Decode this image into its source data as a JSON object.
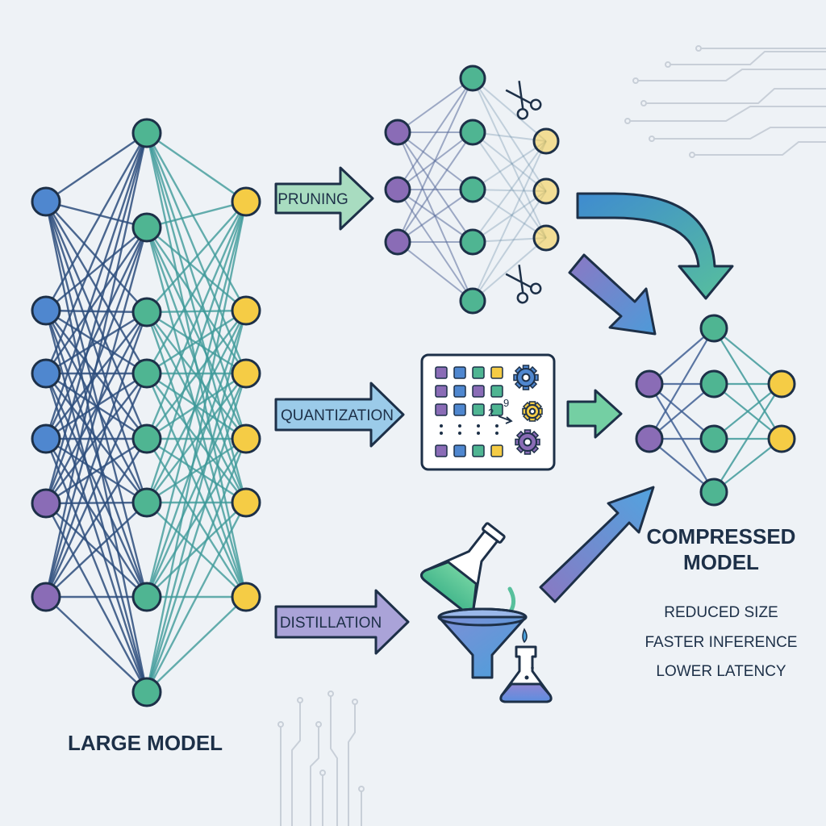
{
  "steps": {
    "pruning": "PRUNING",
    "quantization": "QUANTIZATION",
    "distillation": "DISTILLATION"
  },
  "captions": {
    "large_model": "LARGE MODEL",
    "compressed_line1": "COMPRESSED",
    "compressed_line2": "MODEL"
  },
  "benefits": [
    "REDUCED SIZE",
    "FASTER INFERENCE",
    "LOWER LATENCY"
  ],
  "quant_digits": {
    "top": "9",
    "bottom": "2"
  },
  "icons": [
    "scissors-icon",
    "gear-icon",
    "flask-icon",
    "funnel-icon",
    "beaker-icon"
  ],
  "colors": {
    "blue": "#4f87cf",
    "green": "#4fb592",
    "yellow": "#f5cc45",
    "purple": "#8a6cb6",
    "outline": "#1d3048",
    "pruning_arrow": "#a8dcc0",
    "quant_arrow": "#9bcbe9",
    "distill_arrow": "#aaa3d8"
  }
}
